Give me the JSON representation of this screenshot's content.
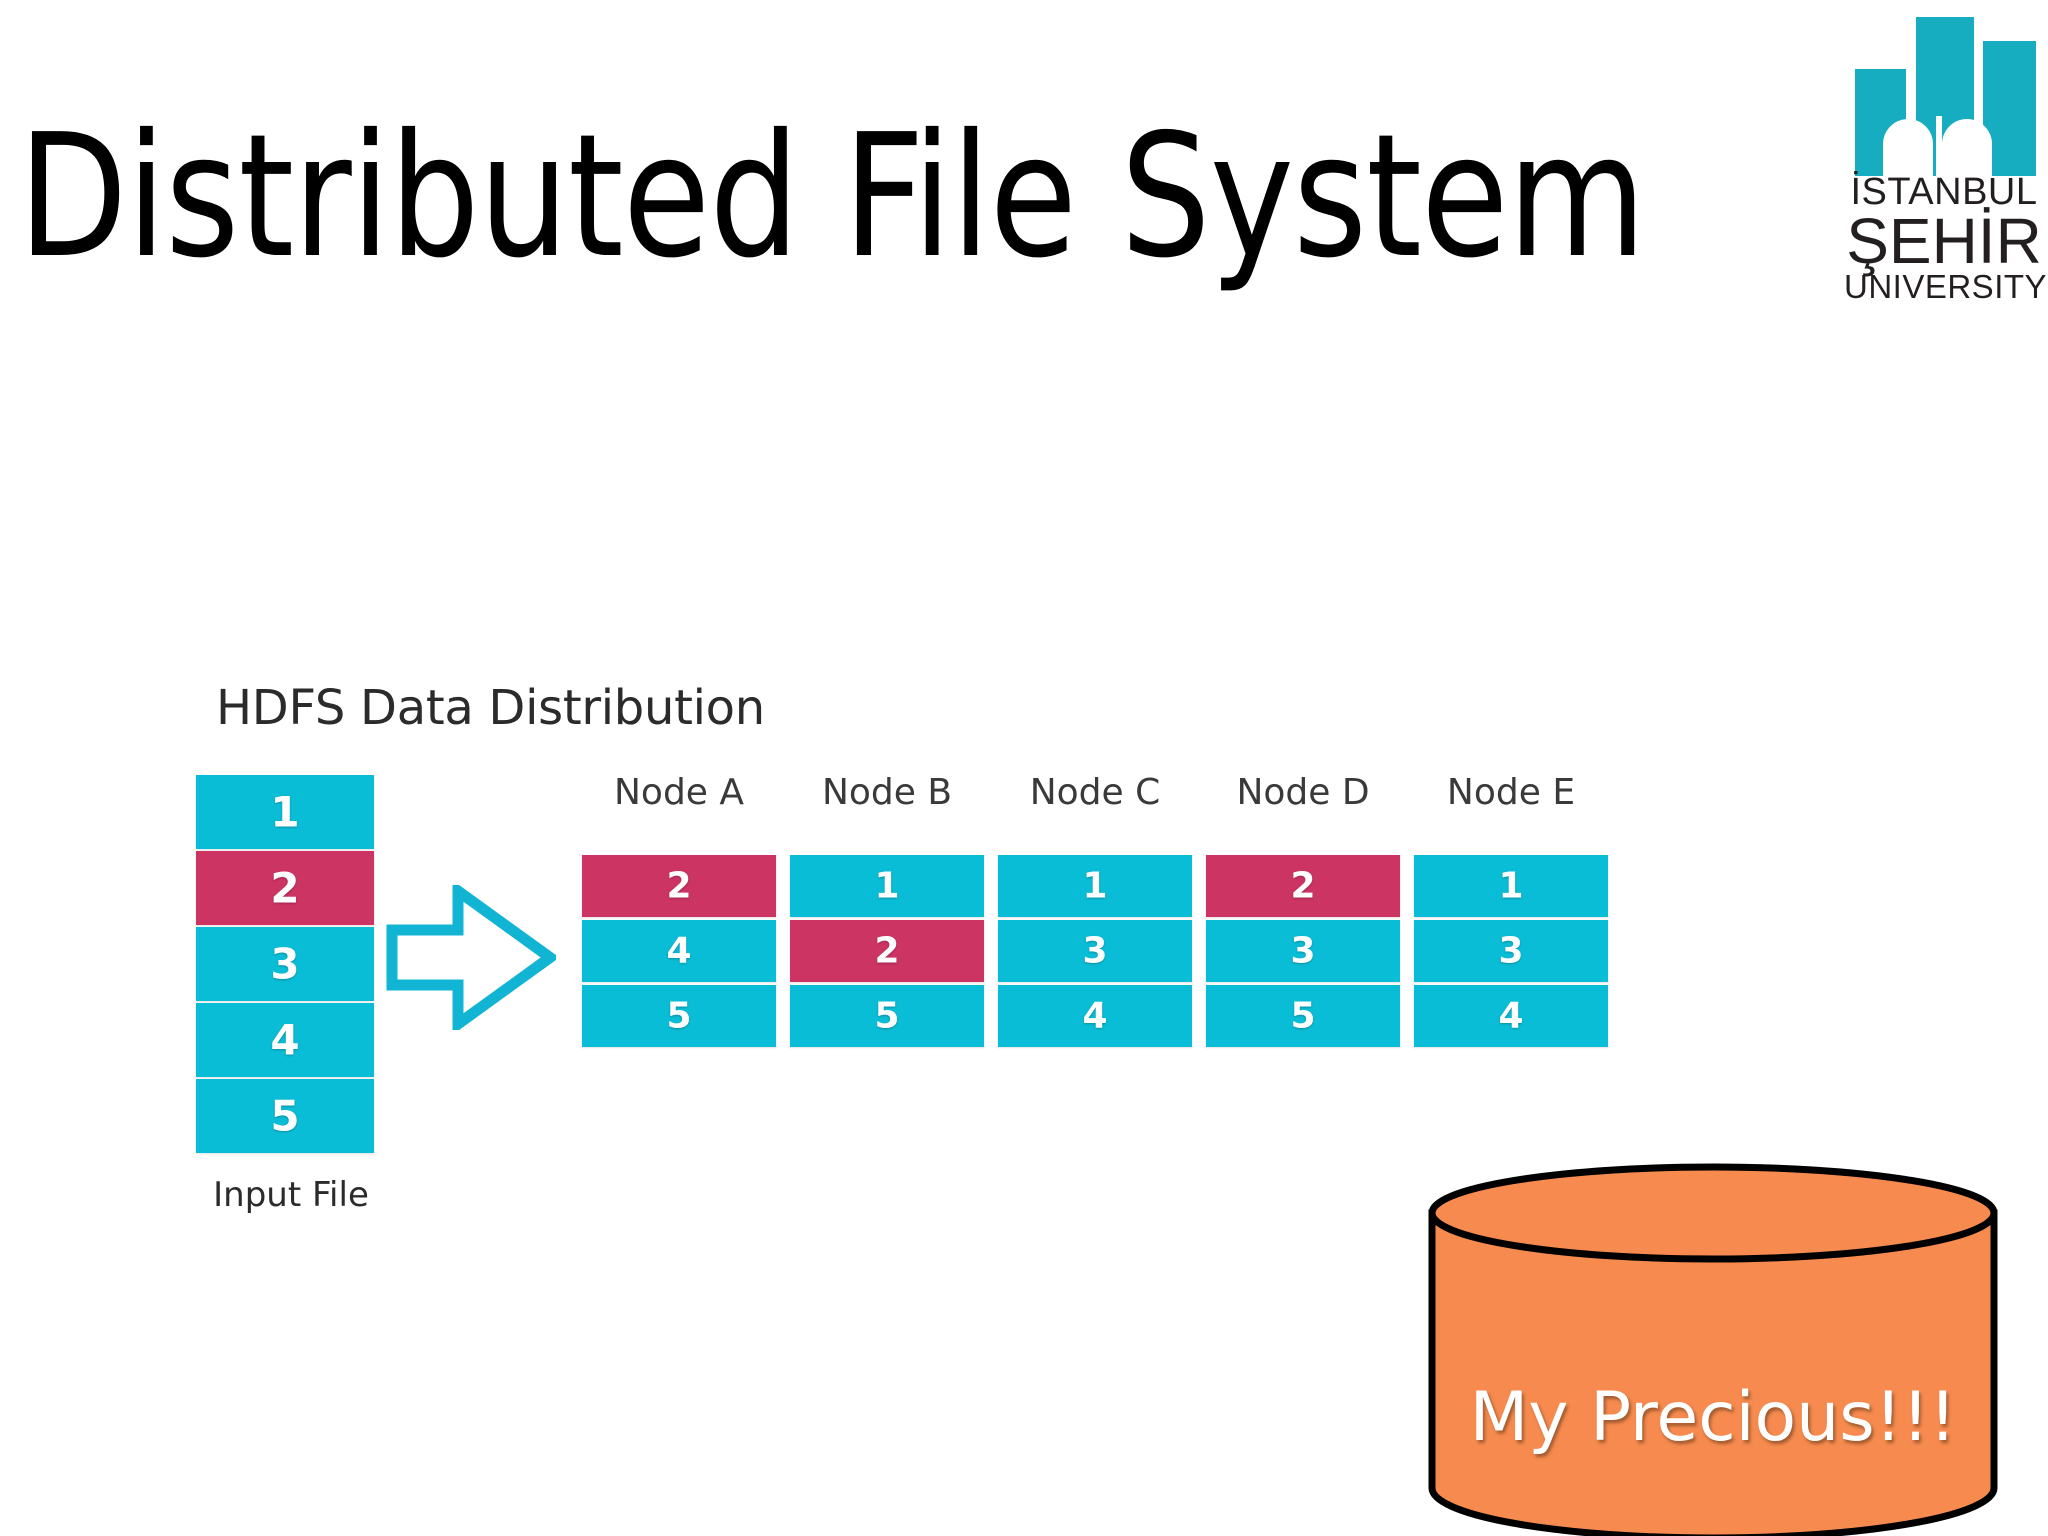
{
  "slide": {
    "title": "Distributed File System",
    "background": "#ffffff"
  },
  "logo": {
    "line1": "İSTANBUL",
    "line2": "ŞEHİR",
    "line3": "UNIVERSITY",
    "mark_color": "#17ADC0",
    "text_color": "#231f20"
  },
  "colors": {
    "teal": "#0ABDD6",
    "crimson": "#CC3463",
    "orange": "#F78B4F",
    "outline": "#000000",
    "arrow": "#12B4D4"
  },
  "hdfs": {
    "caption": "HDFS Data Distribution",
    "input_file_label": "Input File",
    "input_blocks": [
      {
        "label": "1",
        "color": "teal"
      },
      {
        "label": "2",
        "color": "crimson"
      },
      {
        "label": "3",
        "color": "teal"
      },
      {
        "label": "4",
        "color": "teal"
      },
      {
        "label": "5",
        "color": "teal"
      }
    ],
    "arrow_icon": "right-arrow-outline-icon",
    "nodes": [
      {
        "title": "Node A",
        "blocks": [
          {
            "label": "2",
            "color": "crimson"
          },
          {
            "label": "4",
            "color": "teal"
          },
          {
            "label": "5",
            "color": "teal"
          }
        ]
      },
      {
        "title": "Node B",
        "blocks": [
          {
            "label": "1",
            "color": "teal"
          },
          {
            "label": "2",
            "color": "crimson"
          },
          {
            "label": "5",
            "color": "teal"
          }
        ]
      },
      {
        "title": "Node C",
        "blocks": [
          {
            "label": "1",
            "color": "teal"
          },
          {
            "label": "3",
            "color": "teal"
          },
          {
            "label": "4",
            "color": "teal"
          }
        ]
      },
      {
        "title": "Node D",
        "blocks": [
          {
            "label": "2",
            "color": "crimson"
          },
          {
            "label": "3",
            "color": "teal"
          },
          {
            "label": "5",
            "color": "teal"
          }
        ]
      },
      {
        "title": "Node E",
        "blocks": [
          {
            "label": "1",
            "color": "teal"
          },
          {
            "label": "3",
            "color": "teal"
          },
          {
            "label": "4",
            "color": "teal"
          }
        ]
      }
    ]
  },
  "cylinder": {
    "label": "My Precious!!!",
    "fill": "#F78B4F",
    "stroke": "#000000"
  }
}
